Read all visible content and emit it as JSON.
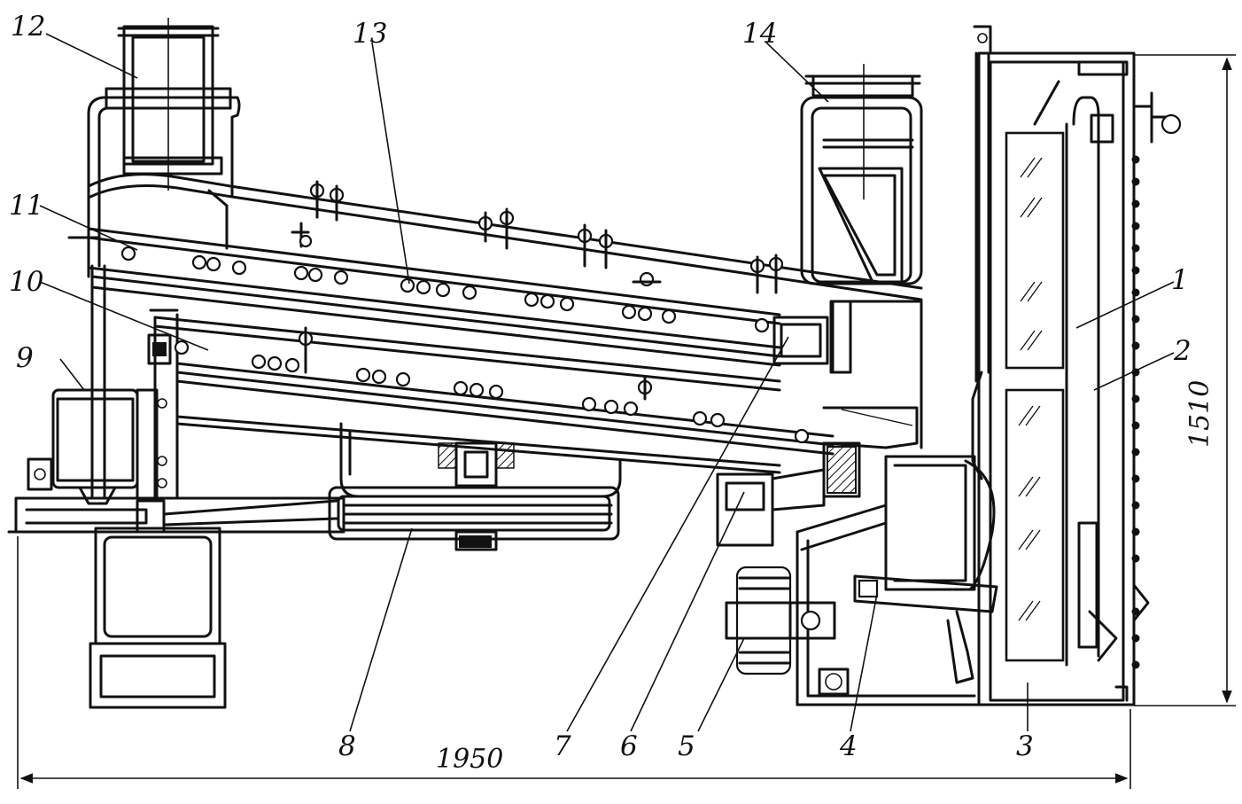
{
  "callouts": [
    {
      "id": "1",
      "text": "1"
    },
    {
      "id": "2",
      "text": "2"
    },
    {
      "id": "3",
      "text": "3"
    },
    {
      "id": "4",
      "text": "4"
    },
    {
      "id": "5",
      "text": "5"
    },
    {
      "id": "6",
      "text": "6"
    },
    {
      "id": "7",
      "text": "7"
    },
    {
      "id": "8",
      "text": "8"
    },
    {
      "id": "9",
      "text": "9"
    },
    {
      "id": "10",
      "text": "10"
    },
    {
      "id": "11",
      "text": "11"
    },
    {
      "id": "12",
      "text": "12"
    },
    {
      "id": "13",
      "text": "13"
    },
    {
      "id": "14",
      "text": "14"
    }
  ],
  "dimensions": {
    "width_value": "1950",
    "height_value": "1510"
  }
}
